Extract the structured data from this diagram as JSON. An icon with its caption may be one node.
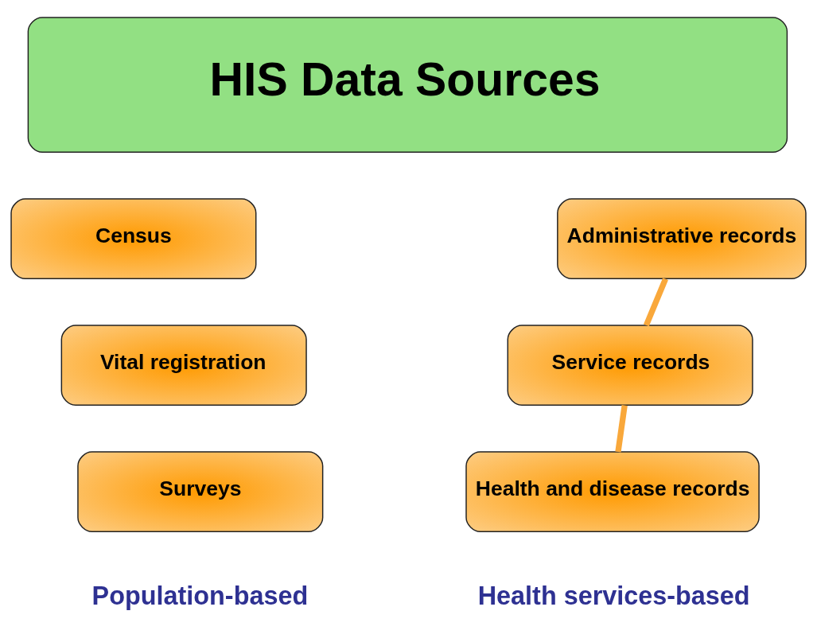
{
  "diagram": {
    "nodes": [
      {
        "text": [
          "HIS Data Sources"
        ]
      },
      {
        "text": [
          "Census"
        ]
      },
      {
        "text": [
          "Vital registration"
        ]
      },
      {
        "text": [
          "Surveys"
        ]
      },
      {
        "text": [
          "Administrative records"
        ]
      },
      {
        "text": [
          "Service records"
        ]
      },
      {
        "text": [
          "Health and disease records"
        ]
      }
    ],
    "edges": [
      {
        "from": 4,
        "to": 5,
        "arrow": "none"
      },
      {
        "from": 5,
        "to": 6,
        "arrow": "none"
      }
    ],
    "labels": [
      "Population-based",
      "Health services-based"
    ]
  }
}
